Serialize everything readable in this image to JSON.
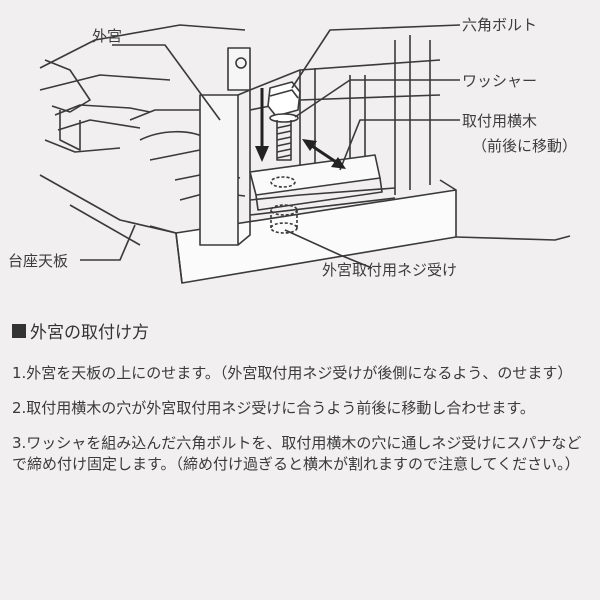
{
  "labels": {
    "outer_shrine": "外宮",
    "hex_bolt": "六角ボルト",
    "washer": "ワッシャー",
    "crossbar_line1": "取付用横木",
    "crossbar_line2": "（前後に移動）",
    "base_top": "台座天板",
    "screw_receiver": "外宮取付用ネジ受け"
  },
  "instructions": {
    "heading": "外宮の取付け方",
    "steps": [
      "1.外宮を天板の上にのせます。（外宮取付用ネジ受けが後側になるよう、のせます）",
      "2.取付用横木の穴が外宮取付用ネジ受けに合うよう前後に移動し合わせます。",
      "3.ワッシャを組み込んだ六角ボルトを、取付用横木の穴に通しネジ受けにスパナなどで締め付け固定します。（締め付け過ぎると横木が割れますので注意してください。）"
    ]
  }
}
